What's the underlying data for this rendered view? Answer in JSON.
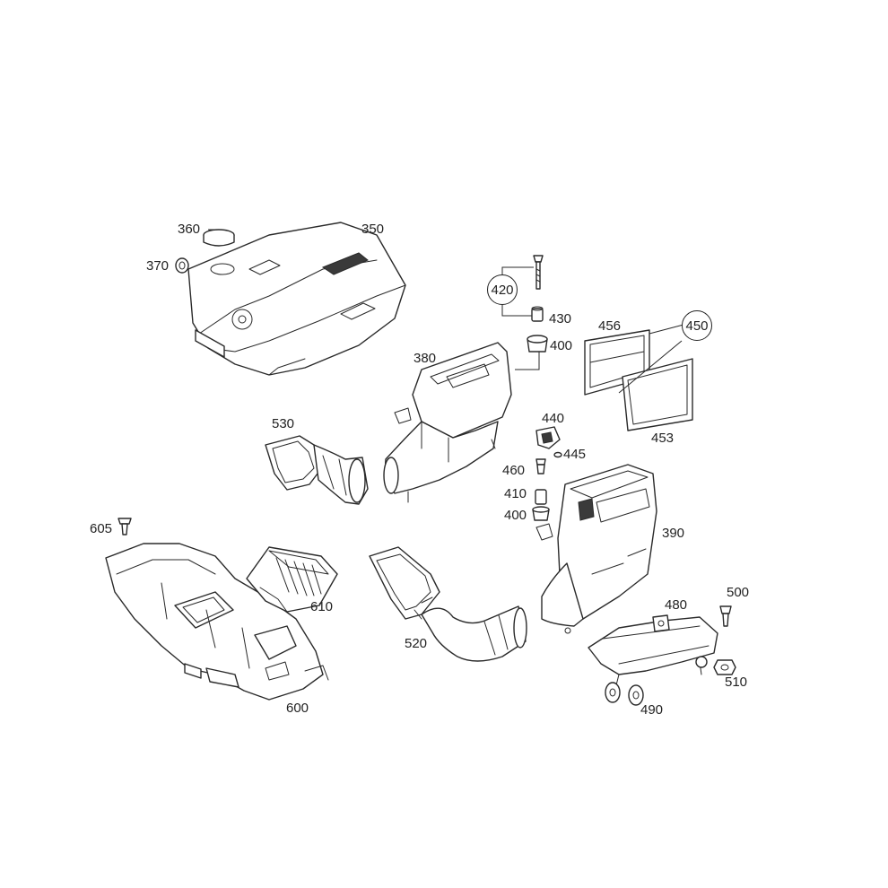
{
  "callouts": {
    "p350": "350",
    "p360": "360",
    "p370": "370",
    "p380": "380",
    "p390": "390",
    "p400a": "400",
    "p400b": "400",
    "p410": "410",
    "p420": "420",
    "p430": "430",
    "p440": "440",
    "p445": "445",
    "p450": "450",
    "p453": "453",
    "p456": "456",
    "p460": "460",
    "p480": "480",
    "p490": "490",
    "p500": "500",
    "p510": "510",
    "p520": "520",
    "p530": "530",
    "p600": "600",
    "p605": "605",
    "p610": "610"
  }
}
